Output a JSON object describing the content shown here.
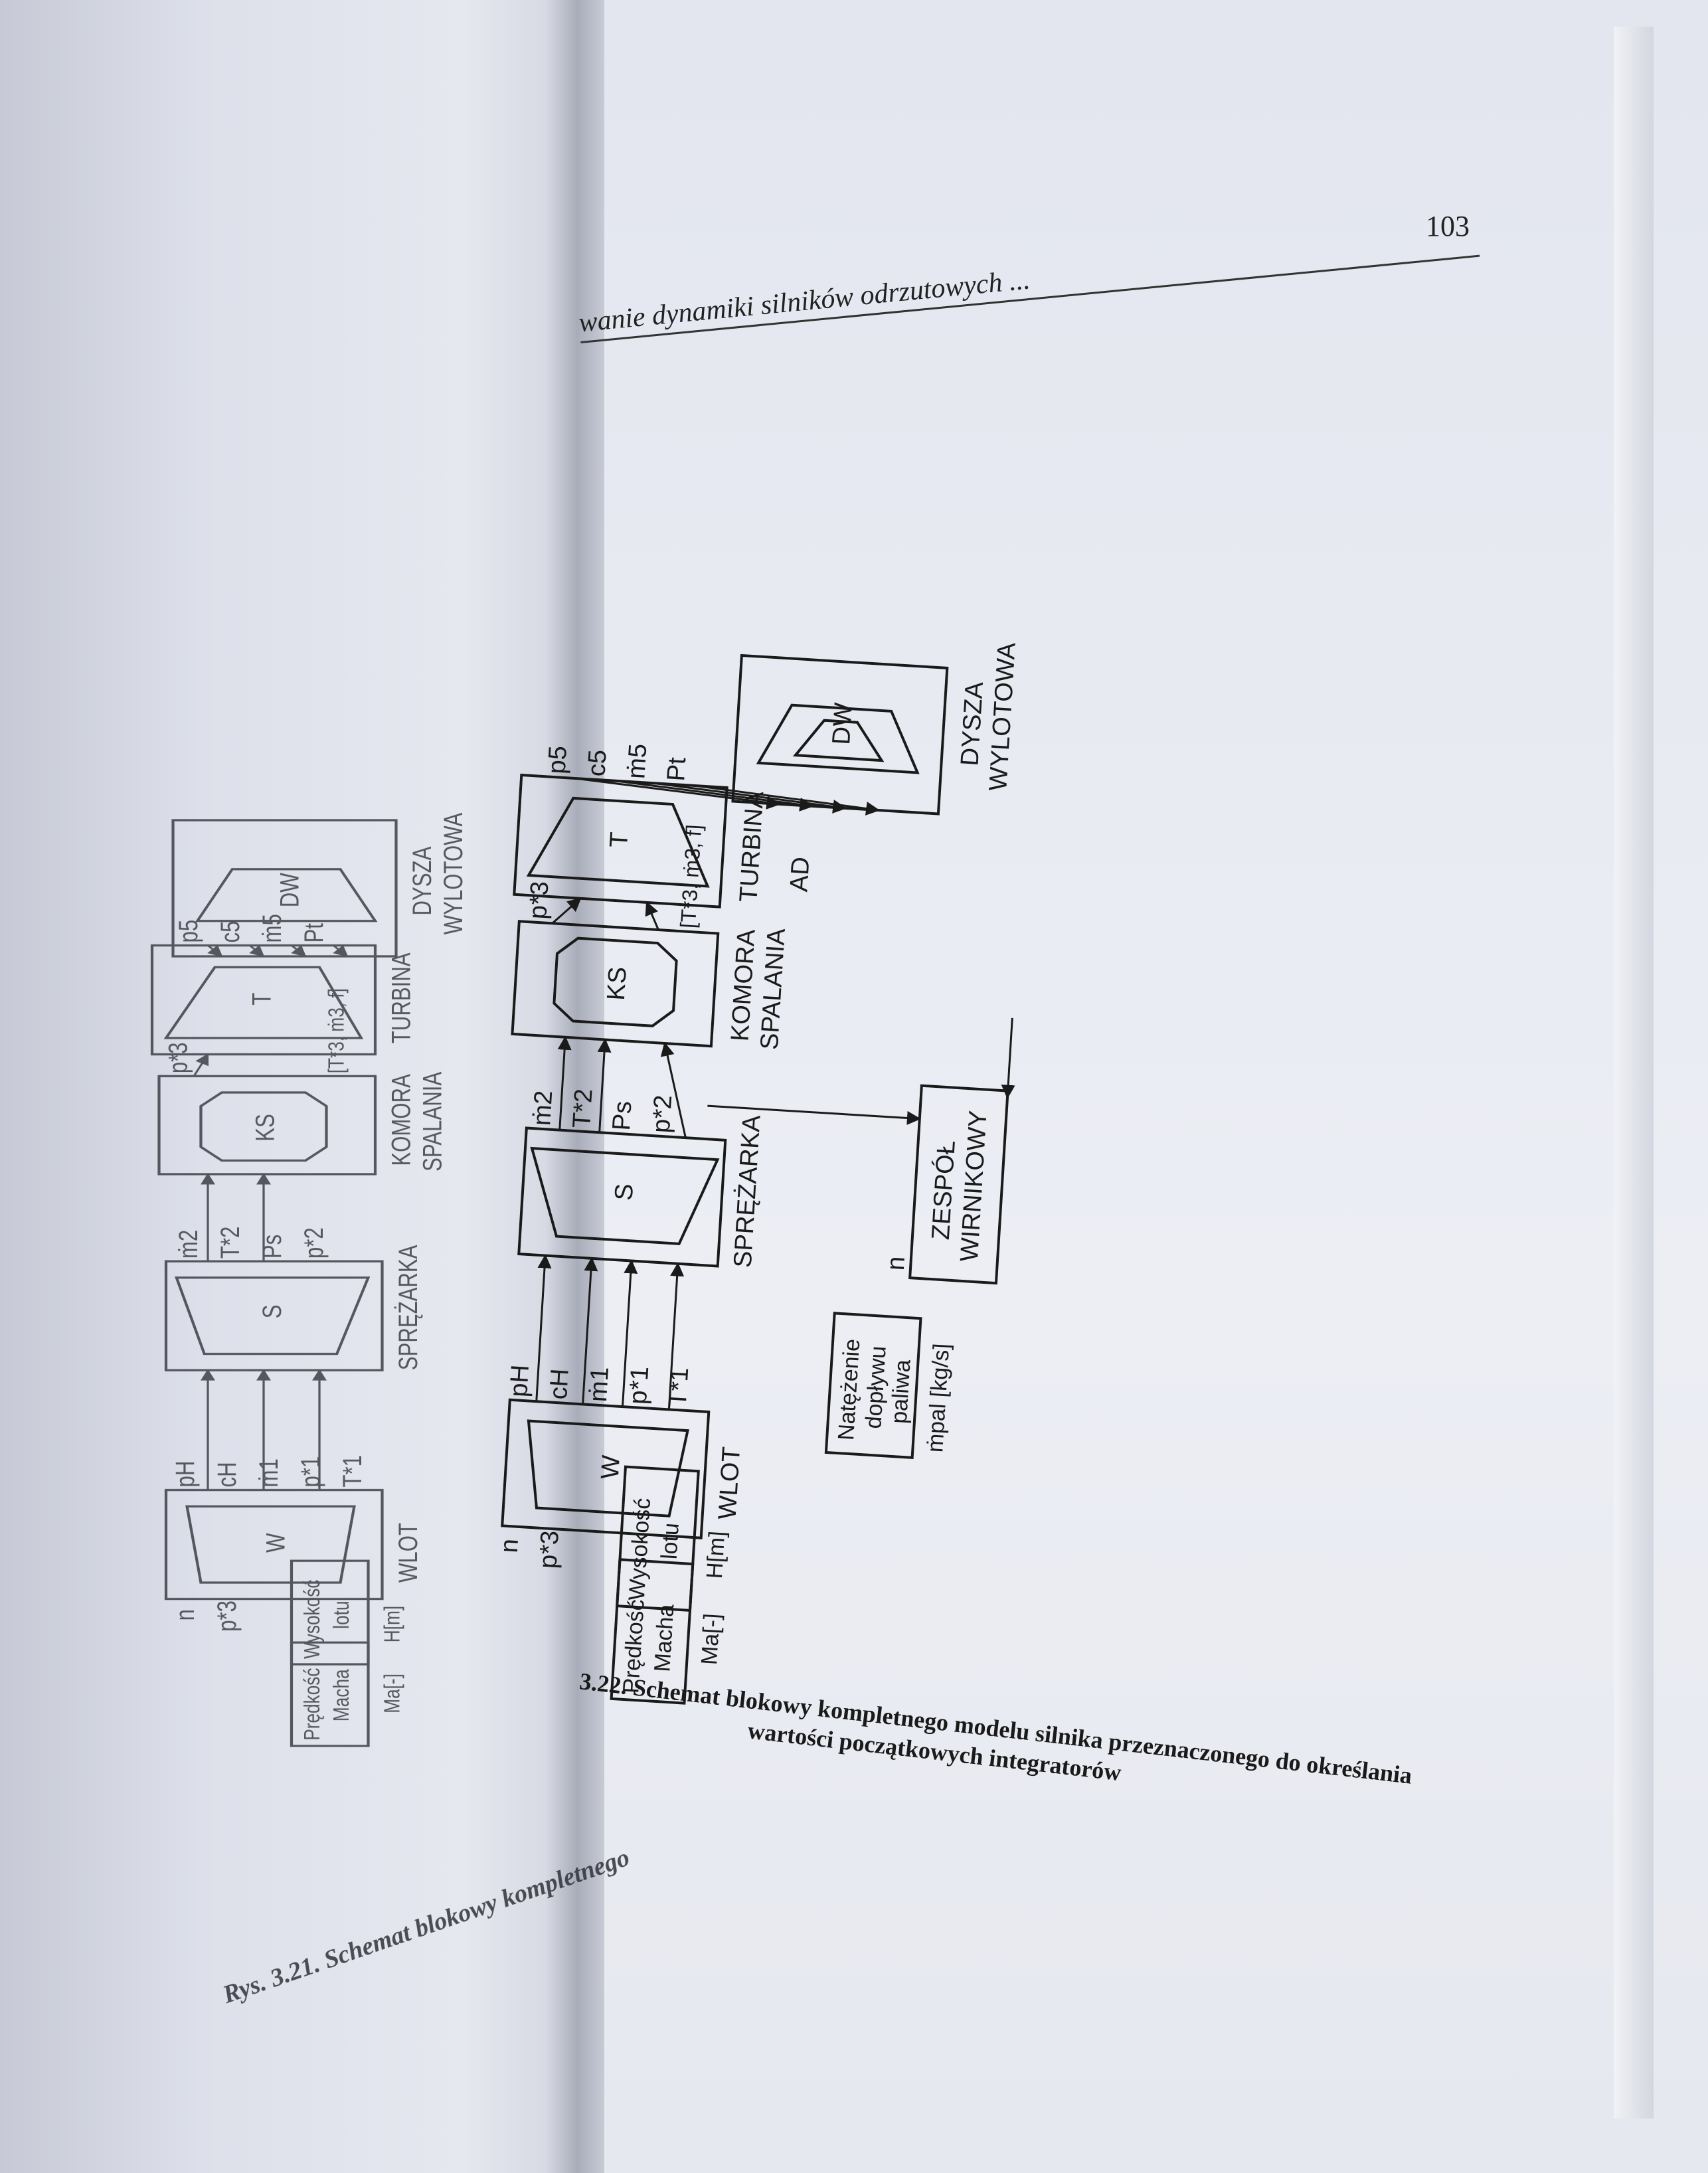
{
  "page_number": "103",
  "running_header": "wanie dynamiki silników odrzutowych ...",
  "right_diagram": {
    "blocks": {
      "dw": {
        "symbol": "DW",
        "label_1": "DYSZA",
        "label_2": "WYLOTOWA"
      },
      "turbina": {
        "symbol": "T",
        "label": "TURBINA",
        "outputs": [
          "p5",
          "c5",
          "ṁ5",
          "Pt"
        ],
        "ad": "AD"
      },
      "komora": {
        "symbol": "KS",
        "label_1": "KOMORA",
        "label_2": "SPALANIA",
        "outputs": [
          "p*3",
          "[T*3, ṁ3, f]"
        ]
      },
      "sprezarka": {
        "symbol": "S",
        "label": "SPRĘŻARKA",
        "outputs": [
          "ṁ2",
          "T*2",
          "Ps",
          "p*2"
        ]
      },
      "zespol": {
        "label_1": "ZESPÓŁ",
        "label_2": "WIRNIKOWY",
        "port": "n"
      },
      "wlot": {
        "symbol": "W",
        "label": "WLOT",
        "outputs": [
          "pH",
          "cH",
          "ṁ1",
          "p*1",
          "T*1"
        ],
        "inputs": [
          "n",
          "p*3"
        ]
      },
      "natezenie": {
        "line_1": "Natężenie",
        "line_2": "dopływu",
        "line_3": "paliwa",
        "unit": "ṁpal [kg/s]"
      },
      "wysokosc": {
        "line_1": "Wysokość",
        "line_2": "lotu",
        "unit": "H[m]"
      },
      "predkosc": {
        "line_1": "Prędkość",
        "line_2": "Macha",
        "unit": "Ma[-]"
      }
    }
  },
  "right_caption": {
    "line_1": "3.22. Schemat blokowy kompletnego modelu silnika przeznaczonego do określania",
    "line_2": "wartości początkowych integratorów"
  },
  "left_diagram": {
    "dw": {
      "symbol": "DW",
      "label_1": "DYSZA",
      "label_2": "WYLOTOWA"
    },
    "turbina": {
      "symbol": "T",
      "label": "TURBINA",
      "outputs": [
        "p5",
        "c5",
        "ṁ5",
        "Pt"
      ]
    },
    "komora": {
      "symbol": "KS",
      "label_1": "KOMORA",
      "label_2": "SPALANIA",
      "outputs": [
        "p*3",
        "[T*3, ṁ3, f]"
      ]
    },
    "sprezarka": {
      "symbol": "S",
      "label": "SPRĘŻARKA",
      "outputs": [
        "ṁ2",
        "T*2",
        "Ps",
        "p*2"
      ]
    },
    "wlot": {
      "symbol": "W",
      "label": "WLOT",
      "outputs": [
        "pH",
        "cH",
        "ṁ1",
        "p*1",
        "T*1"
      ],
      "inputs": [
        "n",
        "p*3"
      ]
    },
    "wysokosc": {
      "line_1": "Wysokość",
      "line_2": "lotu",
      "unit": "H[m]"
    },
    "predkosc": {
      "line_1": "Prędkość",
      "line_2": "Macha",
      "unit": "Ma[-]"
    }
  },
  "left_caption": "Rys. 3.21. Schemat blokowy kompletnego"
}
